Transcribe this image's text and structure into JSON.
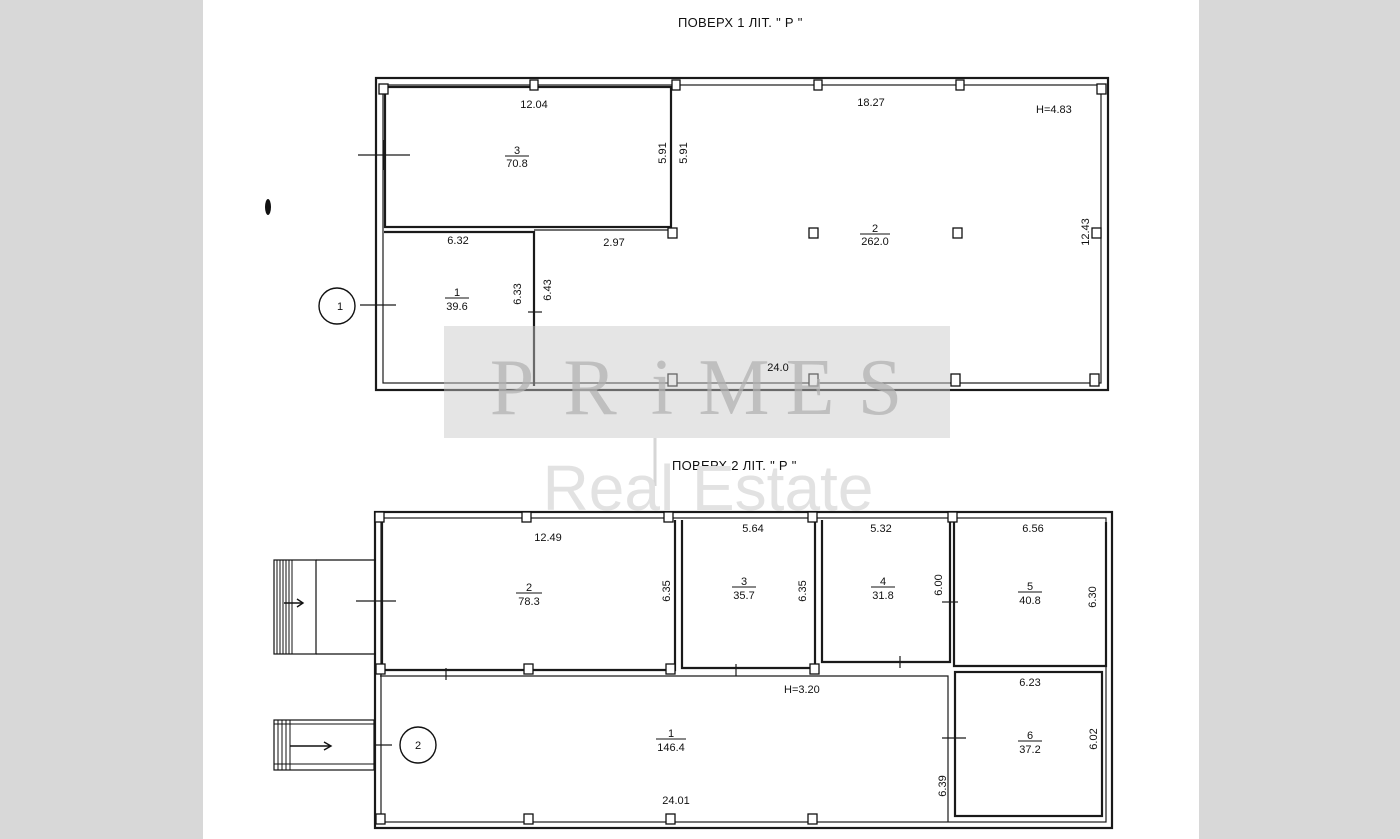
{
  "floor1": {
    "title": "ПОВЕРХ 1 ЛІТ. \" Р \"",
    "height_label": "Н=4.83",
    "entrance_marker": "1",
    "rooms": [
      {
        "number": "3",
        "area": "70.8"
      },
      {
        "number": "2",
        "area": "262.0"
      },
      {
        "number": "1",
        "area": "39.6"
      }
    ],
    "dimensions": [
      "12.04",
      "18.27",
      "5.91",
      "5.91",
      "6.32",
      "2.97",
      "6.33",
      "6.43",
      "12.43",
      "24.0"
    ]
  },
  "floor2": {
    "title": "ПОВЕРХ 2 ЛІТ. \" Р \"",
    "height_label": "Н=3.20",
    "entrance_marker": "2",
    "rooms": [
      {
        "number": "2",
        "area": "78.3"
      },
      {
        "number": "3",
        "area": "35.7"
      },
      {
        "number": "4",
        "area": "31.8"
      },
      {
        "number": "5",
        "area": "40.8"
      },
      {
        "number": "1",
        "area": "146.4"
      },
      {
        "number": "6",
        "area": "37.2"
      }
    ],
    "dimensions": [
      "12.49",
      "5.64",
      "5.32",
      "6.56",
      "6.35",
      "6.35",
      "6.00",
      "6.30",
      "6.23",
      "6.02",
      "6.39",
      "24.01"
    ]
  },
  "watermark": {
    "letters": [
      "P",
      "R",
      "i",
      "M",
      "E",
      "S"
    ],
    "subtitle": "Real Estate"
  }
}
